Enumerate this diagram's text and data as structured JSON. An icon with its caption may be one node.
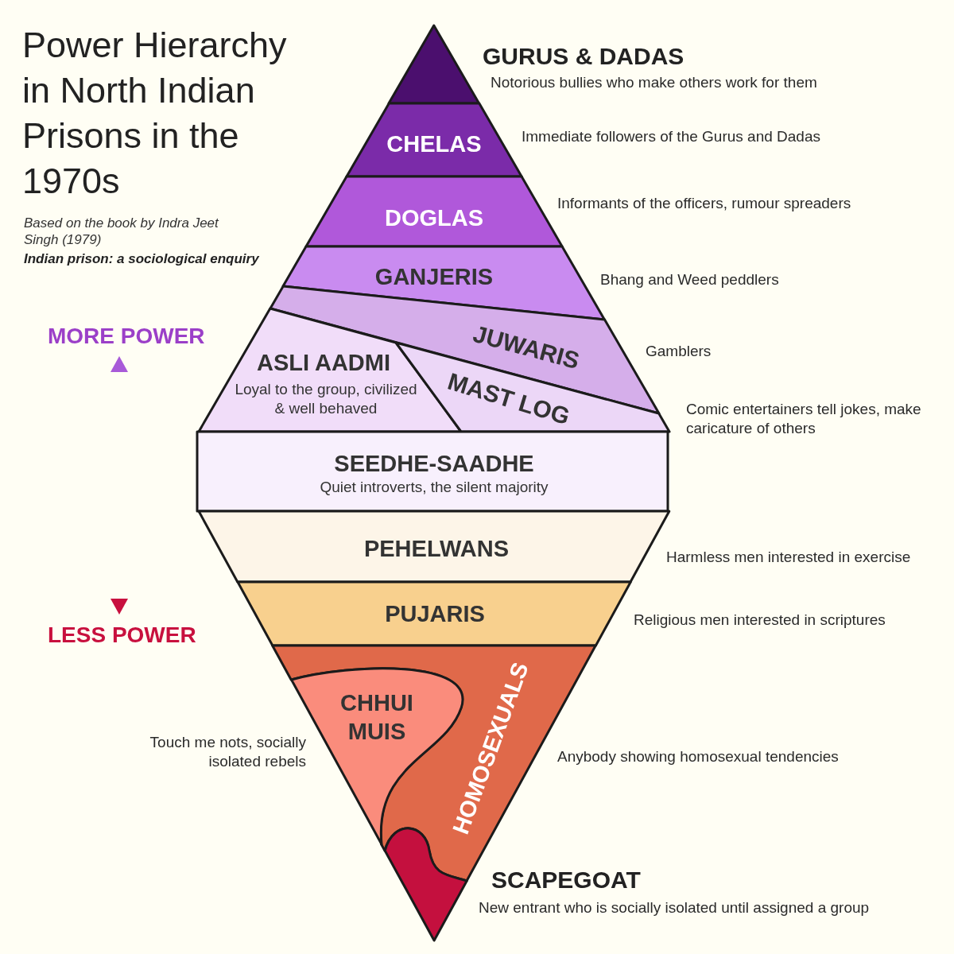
{
  "diagram": {
    "title": "Power Hierarchy in North Indian Prisons in the 1970s",
    "nodes": [
      {
        "text": [
          "GURUS & DADAS"
        ],
        "beside": [
          "Notorious bullies who make others work for them"
        ]
      },
      {
        "text": [
          "CHELAS"
        ],
        "beside": [
          "Immediate followers of the Gurus and Dadas"
        ]
      },
      {
        "text": [
          "DOGLAS"
        ],
        "beside": [
          "Informants of the officers, rumour spreaders"
        ]
      },
      {
        "text": [
          "GANJERIS"
        ],
        "beside": [
          "Bhang and Weed peddlers"
        ]
      },
      {
        "text": [
          "JUWARIS"
        ],
        "beside": [
          "Gamblers"
        ]
      },
      {
        "text": [
          "ASLI AADMI",
          "Loyal to the group, civilized & well behaved"
        ]
      },
      {
        "text": [
          "MAST LOG"
        ],
        "beside": [
          "Comic entertainers tell jokes, make caricature of others"
        ]
      },
      {
        "text": [
          "SEEDHE-SAADHE",
          "Quiet introverts, the silent majority"
        ]
      },
      {
        "text": [
          "PEHELWANS"
        ],
        "beside": [
          "Harmless men interested in exercise"
        ]
      },
      {
        "text": [
          "PUJARIS"
        ],
        "beside": [
          "Religious men interested in scriptures"
        ]
      },
      {
        "text": [
          "HOMOSEXUALS"
        ],
        "beside": [
          "Anybody showing homosexual tendencies"
        ]
      },
      {
        "text": [
          "CHHUI MUIS"
        ],
        "beside": [
          "Touch me nots, socially isolated rebels"
        ]
      },
      {
        "text": [
          "SCAPEGOAT"
        ],
        "beside": [
          "New entrant who is socially isolated until assigned a group"
        ]
      }
    ],
    "labels": [
      "Based on the book by Indra Jeet Singh (1979)",
      "Indian prison: a sociological enquiry",
      "MORE POWER",
      "LESS POWER"
    ]
  }
}
